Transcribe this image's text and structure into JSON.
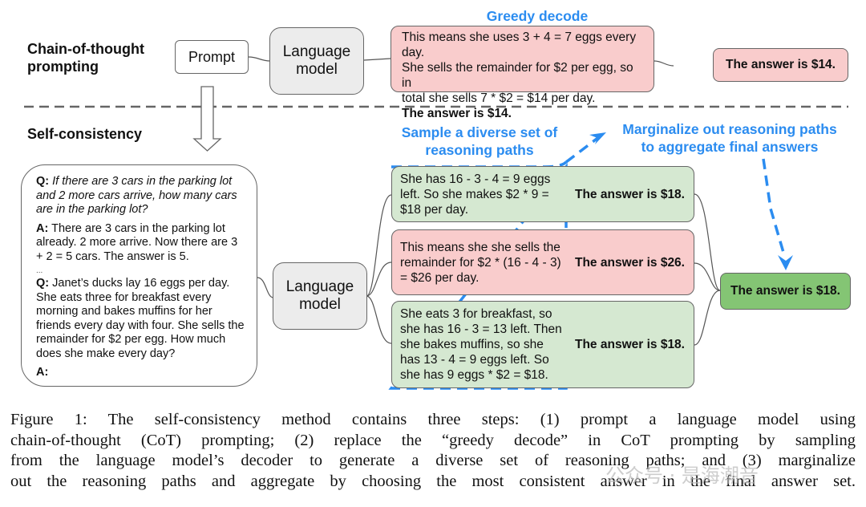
{
  "cot": {
    "section_title_line1": "Chain-of-thought",
    "section_title_line2": "prompting",
    "prompt_label": "Prompt",
    "lm_label_line1": "Language",
    "lm_label_line2": "model",
    "greedy_label": "Greedy decode",
    "greedy_lines": [
      "This means she uses 3 + 4 = 7 eggs every day.",
      "She sells the remainder for $2 per egg, so in",
      "total she sells 7 * $2 = $14 per day."
    ],
    "greedy_answer_line": "The answer is $14.",
    "final_answer": "The answer is $14."
  },
  "sc": {
    "section_title": "Self-consistency",
    "prompt_card": {
      "q1_label": "Q:",
      "q1_text": "If there are 3 cars in the parking lot and 2 more cars arrive, how many cars are in the parking lot?",
      "a1_label": "A:",
      "a1_text": "There are 3 cars in the parking lot already. 2 more arrive. Now there are 3 + 2 = 5 cars. The answer is 5.",
      "ellipsis": "...",
      "q2_label": "Q:",
      "q2_text": "Janet’s ducks lay 16 eggs per day. She eats three for breakfast every morning and bakes muffins for her friends every day with four. She sells the remainder for $2 per egg. How much does she make every day?",
      "a2_label": "A:"
    },
    "lm_label_line1": "Language",
    "lm_label_line2": "model",
    "sample_label_line1": "Sample a diverse set of",
    "sample_label_line2": "reasoning paths",
    "marginalize_label_line1": "Marginalize out reasoning paths",
    "marginalize_label_line2": "to aggregate final answers",
    "paths": [
      {
        "status": "correct",
        "reasoning_lines": [
          "She has 16 - 3 - 4 = 9 eggs",
          "left. So she makes $2 * 9 =",
          "$18 per day."
        ],
        "answer": "The answer is $18."
      },
      {
        "status": "incorrect",
        "reasoning_lines": [
          "This means she she sells the",
          "remainder for $2 * (16 - 4 - 3)",
          "= $26 per day."
        ],
        "answer": "The answer is $26."
      },
      {
        "status": "correct",
        "reasoning_lines": [
          "She eats 3 for breakfast, so",
          "she has 16 - 3 = 13 left. Then",
          "she bakes muffins, so she",
          "has 13 - 4 = 9 eggs left. So",
          "she has 9 eggs * $2 = $18."
        ],
        "answer": "The answer is $18."
      }
    ],
    "final_answer": "The answer is $18."
  },
  "caption": {
    "lines": [
      "Figure 1: The self-consistency method contains three steps: (1) prompt a language model using",
      "chain-of-thought (CoT) prompting; (2) replace the “greedy decode” in CoT prompting by sampling",
      "from the language model’s decoder to generate a diverse set of reasoning paths; and (3) marginalize",
      "out the reasoning paths and aggregate by choosing the most consistent answer in the final answer set."
    ]
  },
  "watermark": "公众号 · 是海潮音",
  "colors": {
    "accent_blue": "#2b8cf0",
    "incorrect_red": "#f9cccc",
    "correct_green": "#d5e8d1",
    "final_green": "#84c574",
    "lm_gray": "#ececec"
  }
}
